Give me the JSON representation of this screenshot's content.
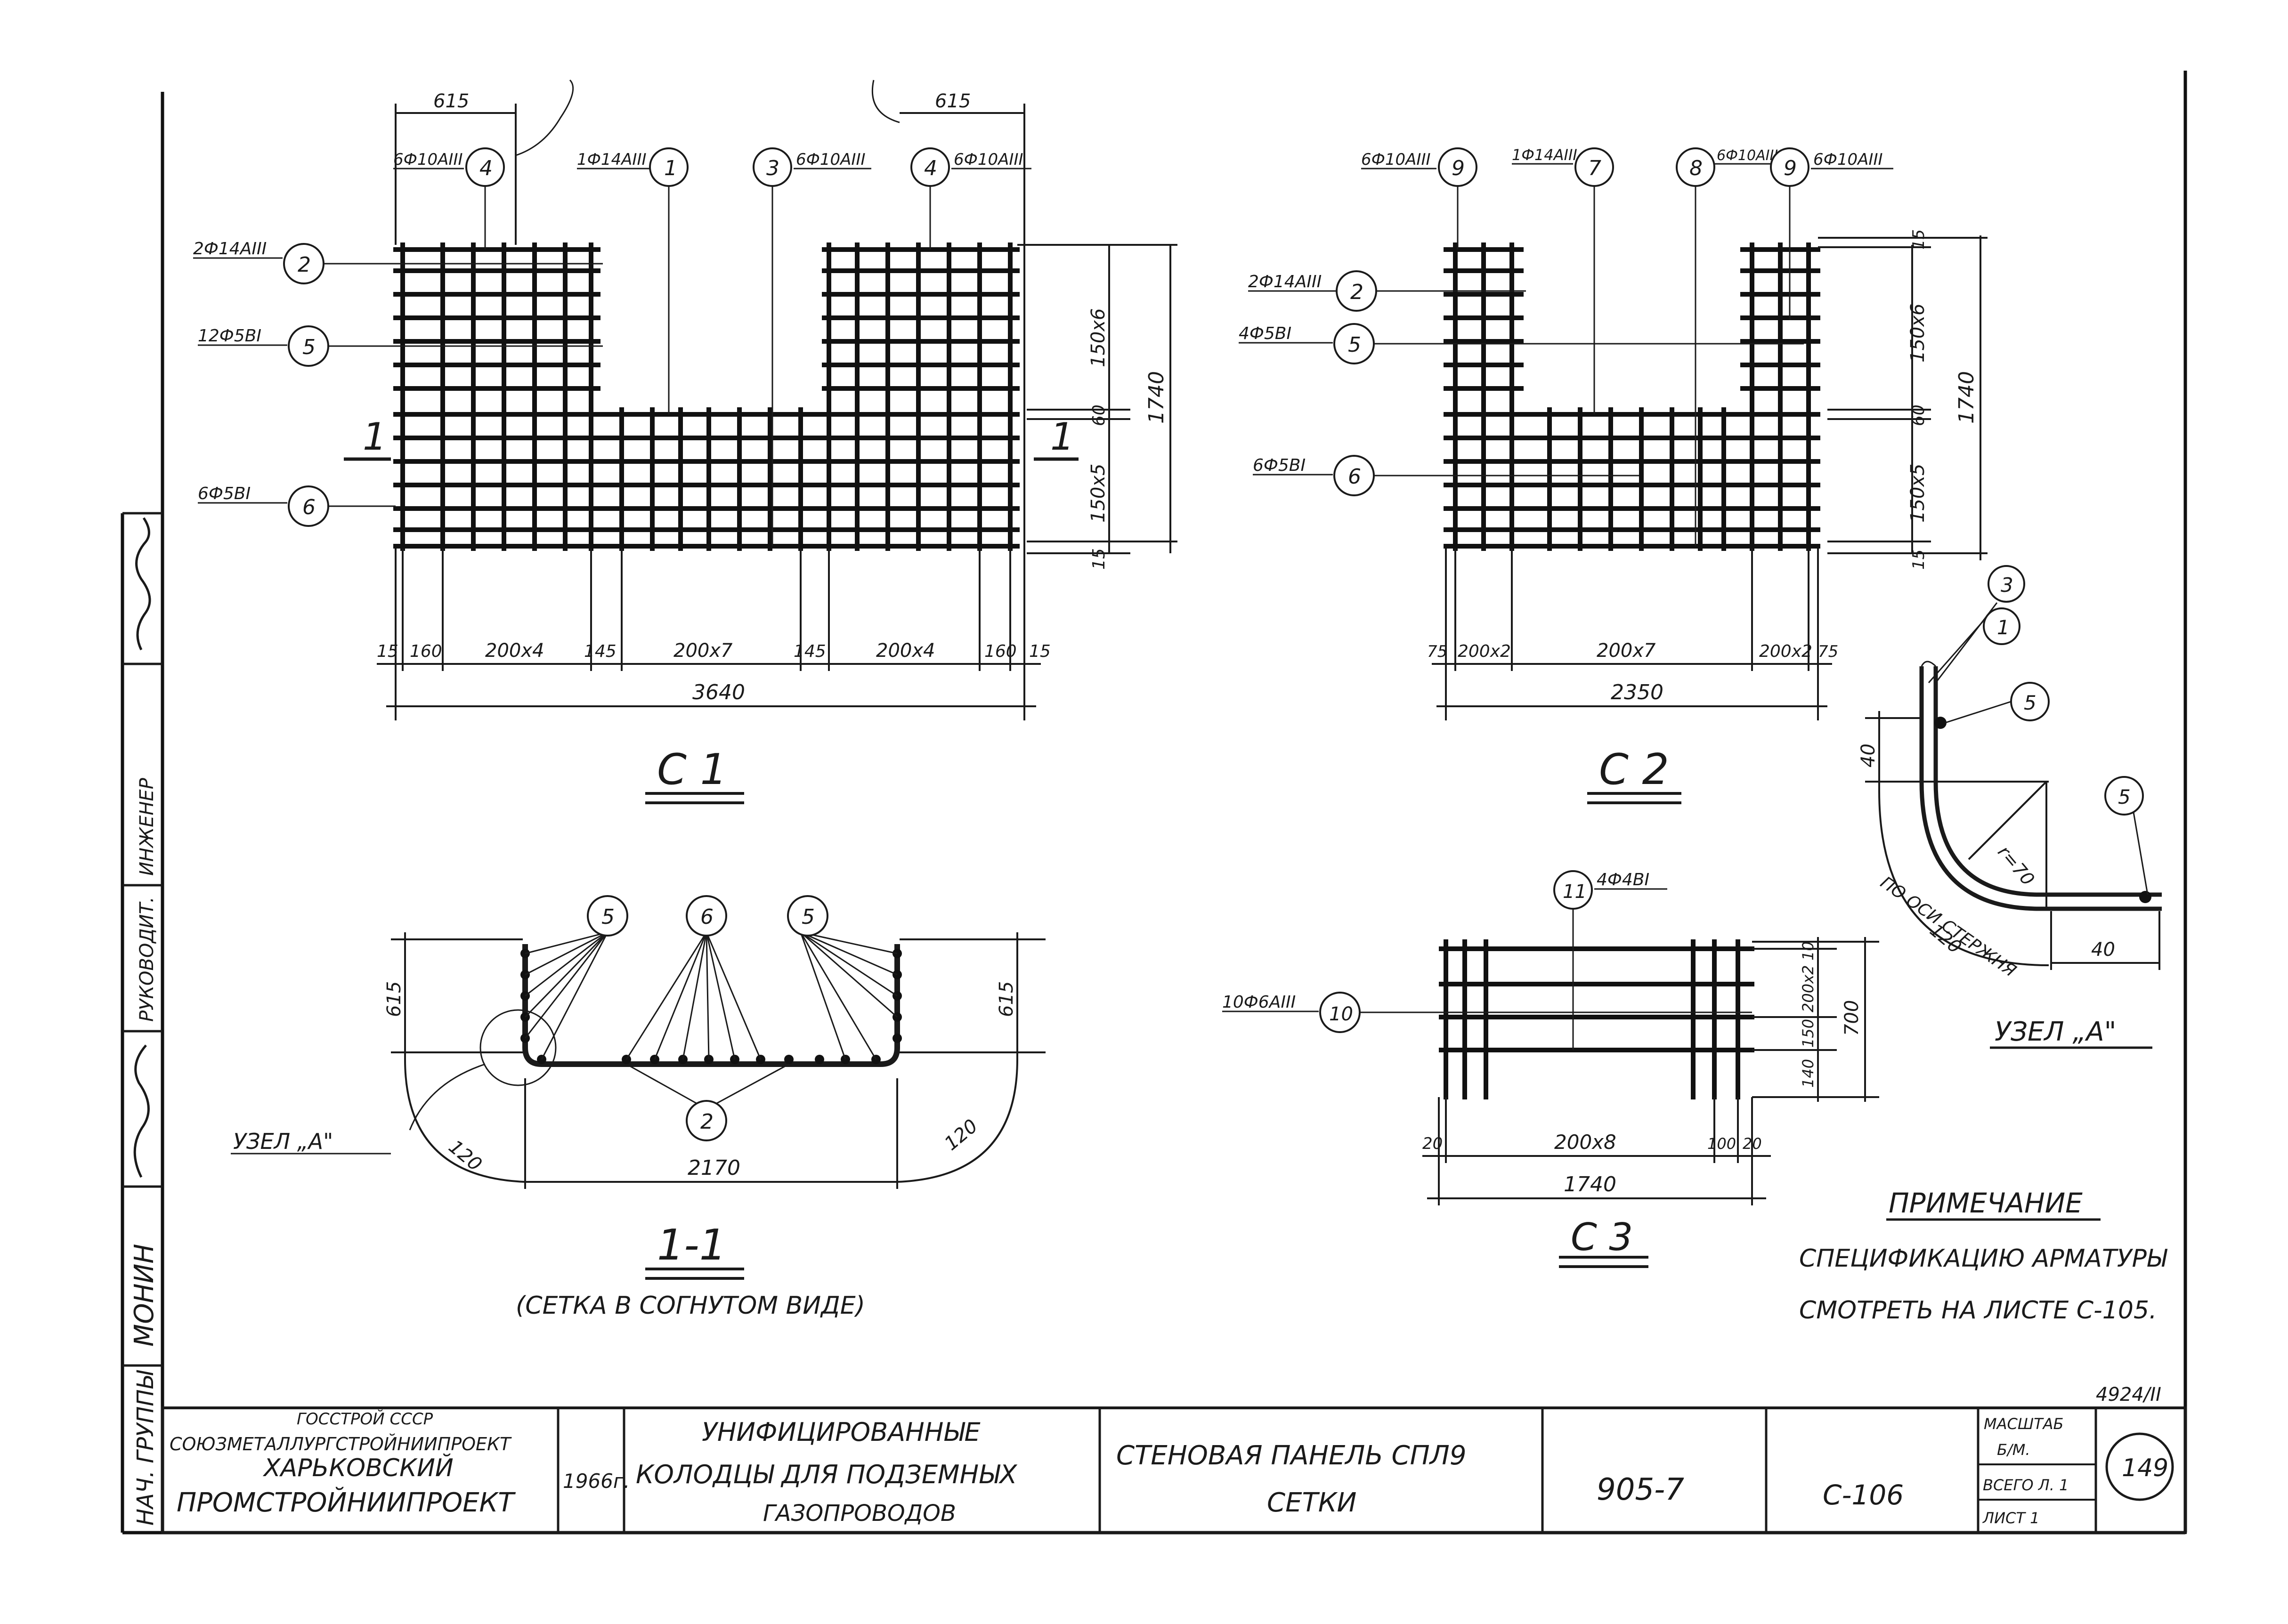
{
  "mesh_c1": {
    "callouts": [
      {
        "pos": "4",
        "label": "6Ф10АIII"
      },
      {
        "pos": "1",
        "label": "1Ф14АIII"
      },
      {
        "pos": "3",
        "label": "6Ф10АIII"
      },
      {
        "pos": "4",
        "label": "6Ф10АIII"
      },
      {
        "pos": "2",
        "label": "2Ф14АIII"
      },
      {
        "pos": "5",
        "label": "12Ф5ВI"
      },
      {
        "pos": "6",
        "label": "6Ф5ВI"
      }
    ],
    "top_dims": [
      "615",
      "615"
    ],
    "bottom_dims": [
      "15",
      "160",
      "200x4",
      "145",
      "200x7",
      "145",
      "200x4",
      "160",
      "15"
    ],
    "total": "3640",
    "right_dims": [
      "150x6",
      "60",
      "150x5",
      "15"
    ],
    "height": "1740",
    "section_mark": "1",
    "title": "С 1"
  },
  "mesh_c2": {
    "callouts": [
      {
        "pos": "9",
        "label": "6Ф10АIII"
      },
      {
        "pos": "7",
        "label": "1Ф14АIII"
      },
      {
        "pos": "8",
        "label": "6Ф10АIII"
      },
      {
        "pos": "9",
        "label": "6Ф10АIII"
      },
      {
        "pos": "2",
        "label": "2Ф14АIII"
      },
      {
        "pos": "5",
        "label": "4Ф5ВI"
      },
      {
        "pos": "6",
        "label": "6Ф5ВI"
      }
    ],
    "bottom_dims": [
      "75",
      "200x2",
      "200x7",
      "200x2",
      "75"
    ],
    "total": "2350",
    "right_dims": [
      "15",
      "150x6",
      "60",
      "150x5",
      "15"
    ],
    "height": "1740",
    "title": "С 2"
  },
  "section_11": {
    "bubbles": [
      "5",
      "6",
      "5",
      "2"
    ],
    "dims": [
      "615",
      "615",
      "120",
      "2170",
      "120"
    ],
    "node_label": "УЗЕЛ „А\"",
    "title": "1-1",
    "subtitle": "(СЕТКА В СОГНУТОМ ВИДЕ)"
  },
  "mesh_c3": {
    "callout_top": {
      "pos": "11",
      "label": "4Ф4ВI"
    },
    "callout_left": {
      "pos": "10",
      "label": "10Ф6АIII"
    },
    "right_dims": [
      "10",
      "200x2",
      "150",
      "140",
      "700"
    ],
    "bottom_dims": [
      "20",
      "200x8",
      "100",
      "20"
    ],
    "total": "1740",
    "title": "С 3"
  },
  "node_a": {
    "bubbles": [
      "3",
      "1",
      "5",
      "5"
    ],
    "dims": [
      "40",
      "r=70",
      "120",
      "40"
    ],
    "axis_note": "ПО ОСИ СТЕРЖНЯ",
    "title": "УЗЕЛ „А\""
  },
  "note": {
    "heading": "ПРИМЕЧАНИЕ",
    "line1": "СПЕЦИФИКАЦИЮ АРМАТУРЫ",
    "line2": "СМОТРЕТЬ НА ЛИСТЕ С-105."
  },
  "title_block": {
    "org_line1": "ГОССТРОЙ СССР",
    "org_line2": "СОЮЗМЕТАЛЛУРГСТРОЙНИИПРОЕКТ",
    "org_line3": "ХАРЬКОВСКИЙ",
    "org_line4": "ПРОМСТРОЙНИИПРОЕКТ",
    "year": "1966г.",
    "project_line1": "УНИФИЦИРОВАННЫЕ",
    "project_line2": "КОЛОДЦЫ ДЛЯ ПОДЗЕМНЫХ",
    "project_line3": "ГАЗОПРОВОДОВ",
    "sheet_line1": "СТЕНОВАЯ ПАНЕЛЬ СПЛ9",
    "sheet_line2": "СЕТКИ",
    "series": "905-7",
    "sheet_code": "С-106",
    "scale_label": "МАСШТАБ",
    "scale_value": "Б/М.",
    "total_sheets": "ВСЕГО Л. 1",
    "sheet_no": "ЛИСТ 1",
    "page": "149",
    "archive_no": "4924/II"
  },
  "side_stamp": {
    "col1": "НАЧ. ГРУППЫ",
    "name": "МОНИН",
    "role2": "РУКОВОДИТ.",
    "role3": "ИНЖЕНЕР"
  }
}
